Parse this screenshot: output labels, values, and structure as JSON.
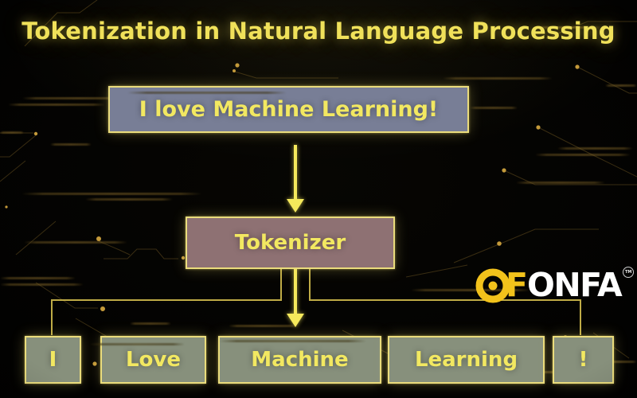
{
  "header": {
    "title": "Tokenization in Natural Language Processing"
  },
  "flow": {
    "input_sentence": "I love Machine Learning!",
    "process_label": "Tokenizer",
    "tokens": [
      "I",
      "Love",
      "Machine",
      "Learning",
      "!"
    ]
  },
  "branding": {
    "logo_prefix": "F",
    "logo_suffix": "ONFA",
    "trademark": "TM"
  },
  "icons": {
    "arrow_down": "down-arrow",
    "logo_mark": "aperture-o-mark"
  },
  "colors": {
    "background": "#000000",
    "title_text": "#F0E15A",
    "box_border": "#EADC7C",
    "box_text": "#F2E861",
    "input_box_fill": "#787E96",
    "tokenizer_box_fill": "#8E7173",
    "token_box_fill": "#87907C",
    "arrow": "#F5E95C",
    "connector_line": "#C9B44A",
    "logo_yellow": "#F2C21B",
    "logo_white": "#FFFFFF"
  }
}
